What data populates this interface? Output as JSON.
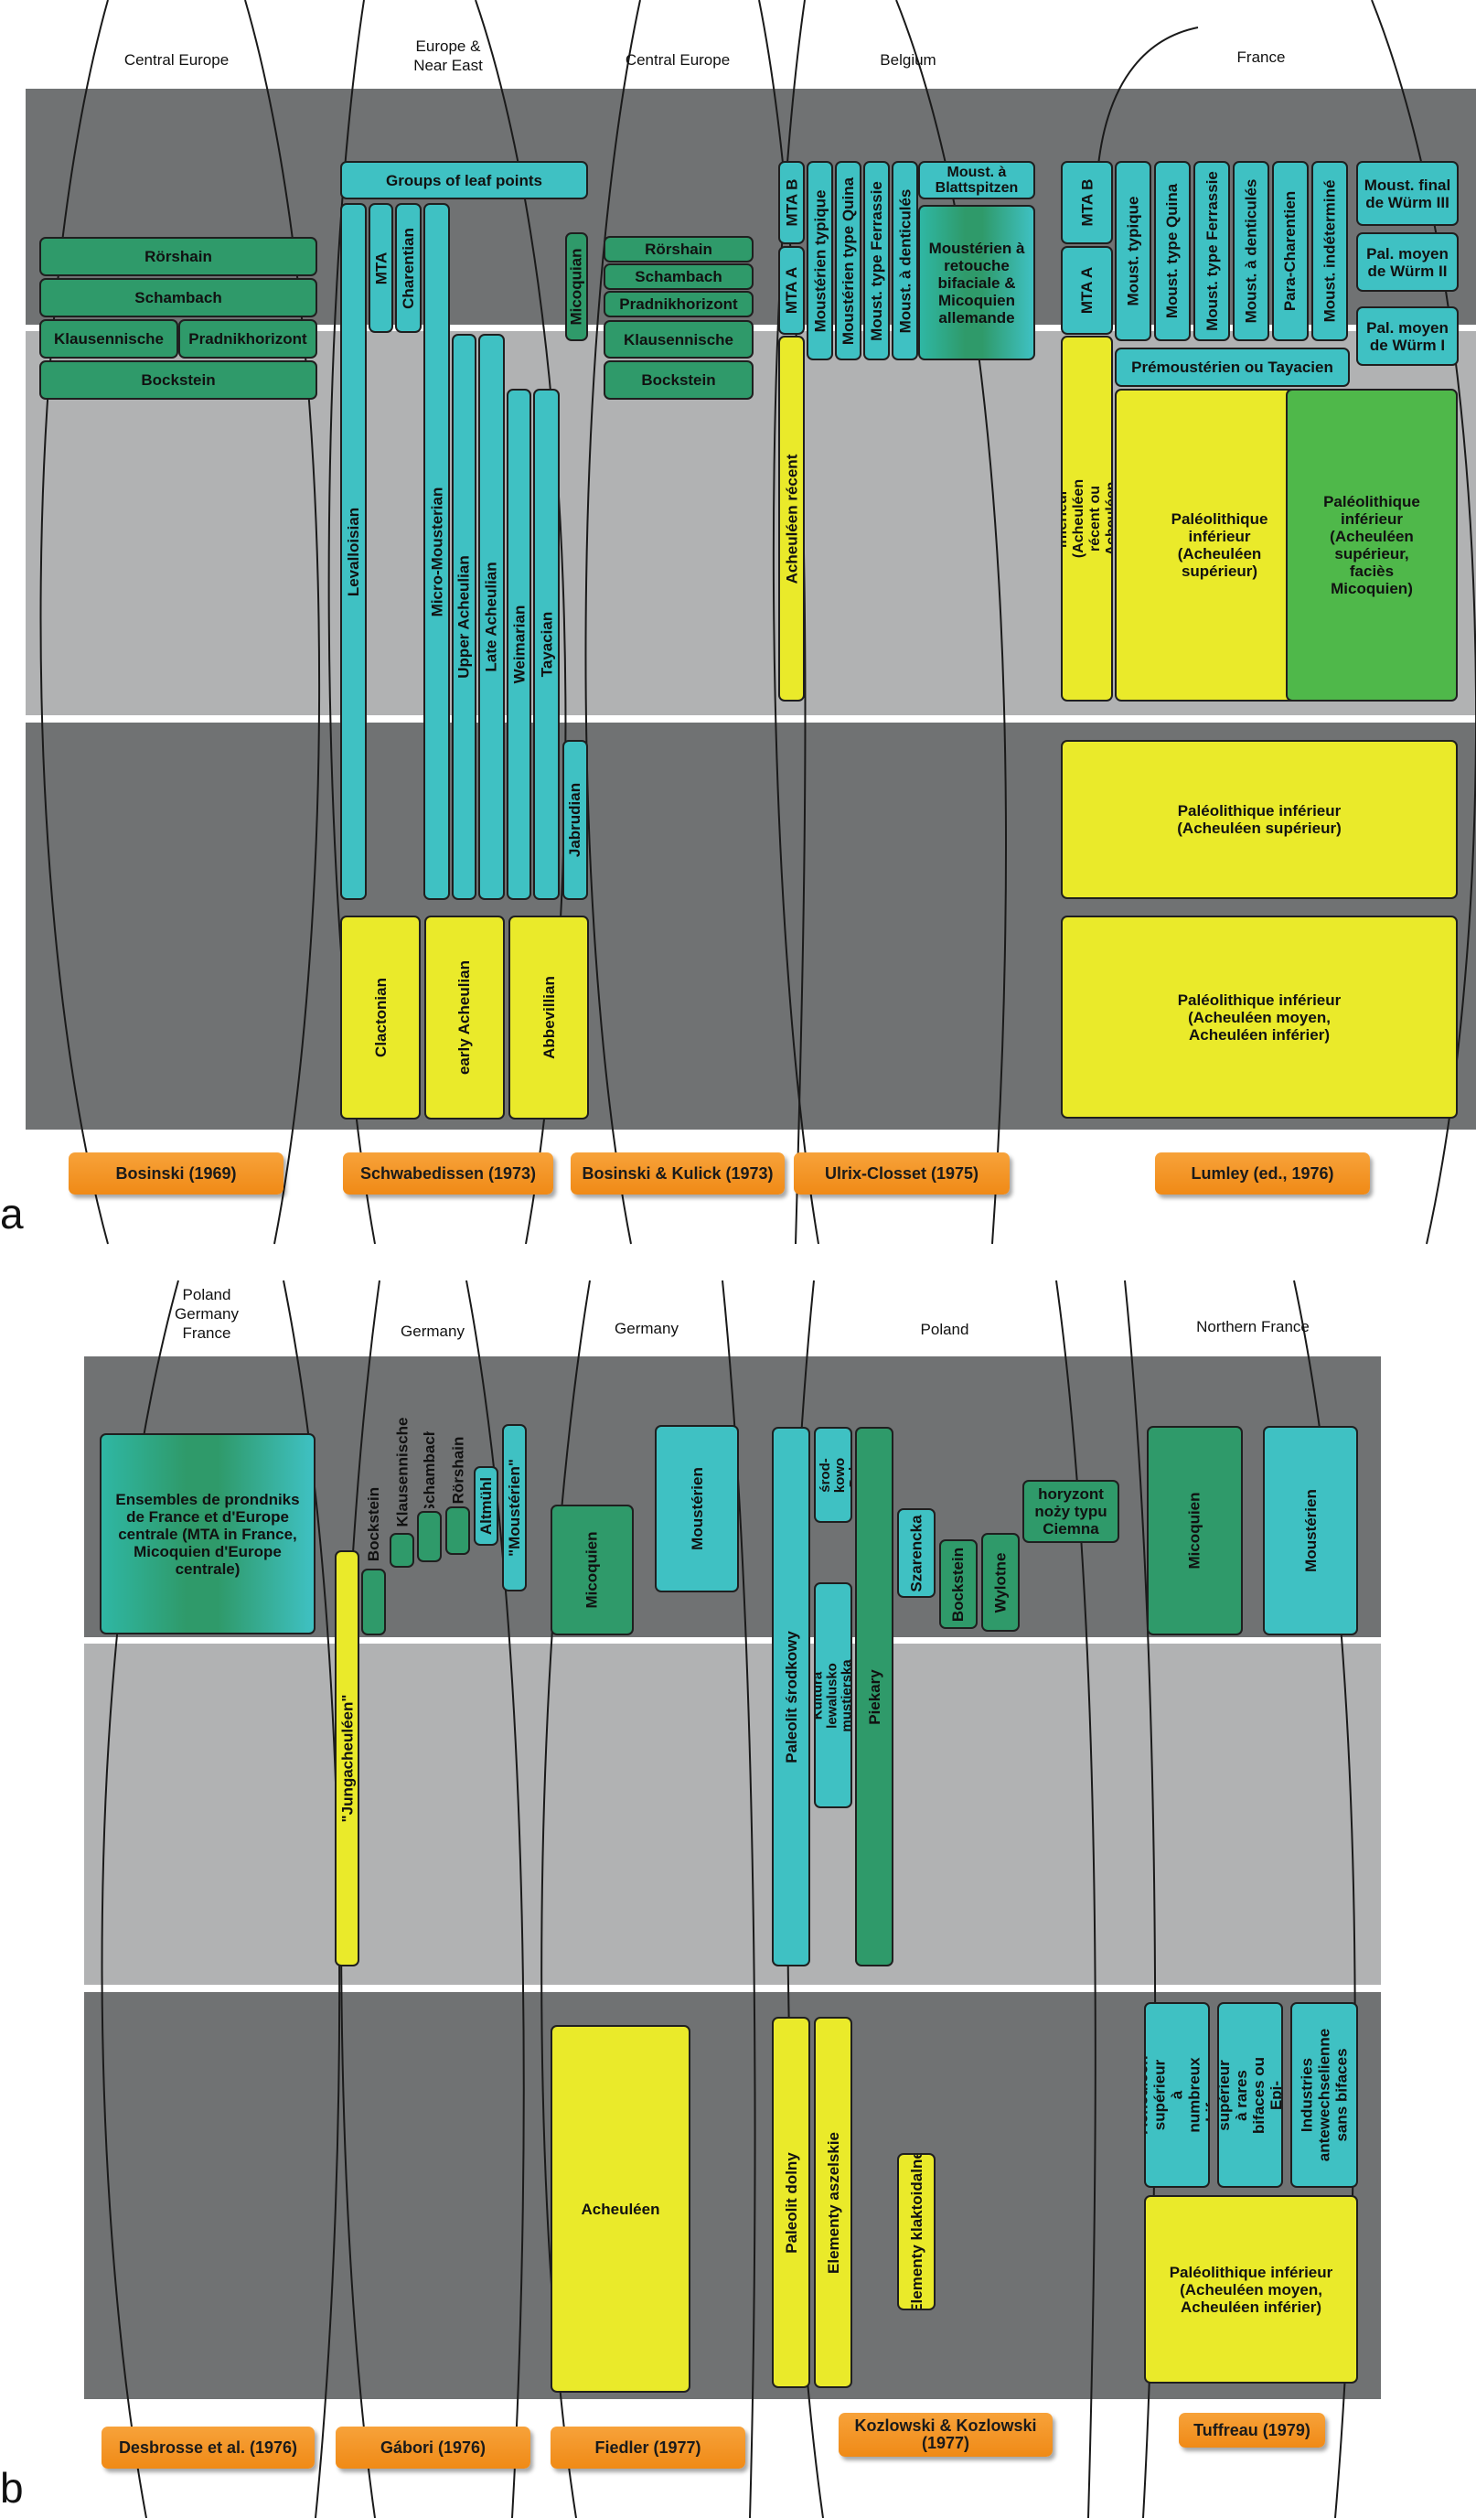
{
  "panel_a": {
    "letter": "a",
    "regions": [
      {
        "label": "Central Europe"
      },
      {
        "label": "Europe &\nNear East"
      },
      {
        "label": "Central Europe"
      },
      {
        "label": "Belgium"
      },
      {
        "label": "France"
      }
    ],
    "authors": [
      "Bosinski (1969)",
      "Schwabedissen (1973)",
      "Bosinski & Kulick (1973)",
      "Ulrix-Closset (1975)",
      "Lumley (ed., 1976)"
    ],
    "col1": [
      "Rörshain",
      "Schambach",
      "Klausennische",
      "Pradnikhorizont",
      "Bockstein"
    ],
    "col2": {
      "groups_leaf_points": "Groups of leaf points",
      "vertical": [
        "Levalloisian",
        "MTA",
        "Charentian",
        "Micro-Mousterian",
        "Upper Acheulian",
        "Late Acheulian",
        "Weimarian",
        "Tayacian",
        "Jabrudian"
      ],
      "bottom": [
        "Clactonian",
        "early Acheulian",
        "Abbevillian"
      ]
    },
    "col3": {
      "micoquian": "Micoquian",
      "boxes": [
        "Rörshain",
        "Schambach",
        "Pradnikhorizont",
        "Klausennische",
        "Bockstein"
      ]
    },
    "col4": {
      "vertical": [
        "MTA B",
        "MTA A",
        "Moustérien typique",
        "Moustérien type Quina",
        "Moust. type Ferrassie",
        "Moust. à denticulés",
        "Acheuléen récent"
      ],
      "blatt": "Moust. à Blattspitzen",
      "retouche": "Moustérien à retouche bifaciale & Micoquien allemande"
    },
    "col5": {
      "vertical": [
        "MTA B",
        "MTA A",
        "Moust. typique",
        "Moust. type Quina",
        "Moust. type Ferrassie",
        "Moust. à denticulés",
        "Para-Charentien",
        "Moust. indéterminé",
        "Paléolithique inférieur (Acheuléen récent ou Acheuléen final)"
      ],
      "wurm": [
        "Moust. final de Würm III",
        "Pal. moyen de Würm II",
        "Pal. moyen de Würm I"
      ],
      "premoust": "Prémoustérien ou Tayacien",
      "pal_sup": "Paléolithique inférieur (Acheuléen supérieur)",
      "pal_mic": "Paléolithique inférieur (Acheuléen supérieur, faciès Micoquien)",
      "pal_sup_wide": "Paléolithique inférieur (Acheuléen supérieur)",
      "pal_moyen": "Paléolithique inférieur (Acheuléen moyen, Acheuléen inférier)"
    }
  },
  "panel_b": {
    "letter": "b",
    "regions": [
      {
        "label": "Poland\nGermany\nFrance"
      },
      {
        "label": "Germany"
      },
      {
        "label": "Germany"
      },
      {
        "label": "Poland"
      },
      {
        "label": "Northern France"
      }
    ],
    "authors": [
      "Desbrosse et al. (1976)",
      "Gábori (1976)",
      "Fiedler (1977)",
      "Kozlowski & Kozlowski (1977)",
      "Tuffreau (1979)"
    ],
    "col1": {
      "ensembles": "Ensembles de prondniks de France et d'Europe centrale (MTA in France, Micoquien d'Europe centrale)"
    },
    "col2": [
      "\"Jungacheuléen\"",
      "Bockstein",
      "Klausennische",
      "Schambach",
      "Rörshain",
      "Altmühl",
      "\"Moustérien\""
    ],
    "col3": {
      "micoquien": "Micoquien",
      "mousterien": "Moustérien",
      "acheuleen": "Acheuléen"
    },
    "col4": {
      "vertical": [
        "Paleolit środkowy",
        "Kult. środ-kowo Pal.",
        "Kultura lewalusko mustierska",
        "Piekary",
        "Szarencka",
        "Bockstein",
        "Wylotne",
        "Paleolit dolny",
        "Elementy aszelskie",
        "Elementy klaktoidalne"
      ],
      "horyzont": "horyzont noży typu Ciemna"
    },
    "col5": {
      "micoquien": "Micoquien",
      "mousterien": "Moustérien",
      "vertical": [
        "Acheuléen supérieur à numbreux bifaces",
        "Acheuléen supérieur à rares bifaces ou Epi-Acheuléen",
        "Industries antewechselienne sans bifaces"
      ],
      "pal_moyen": "Paléolithique inférieur (Acheuléen moyen, Acheuléen inférier)"
    }
  }
}
